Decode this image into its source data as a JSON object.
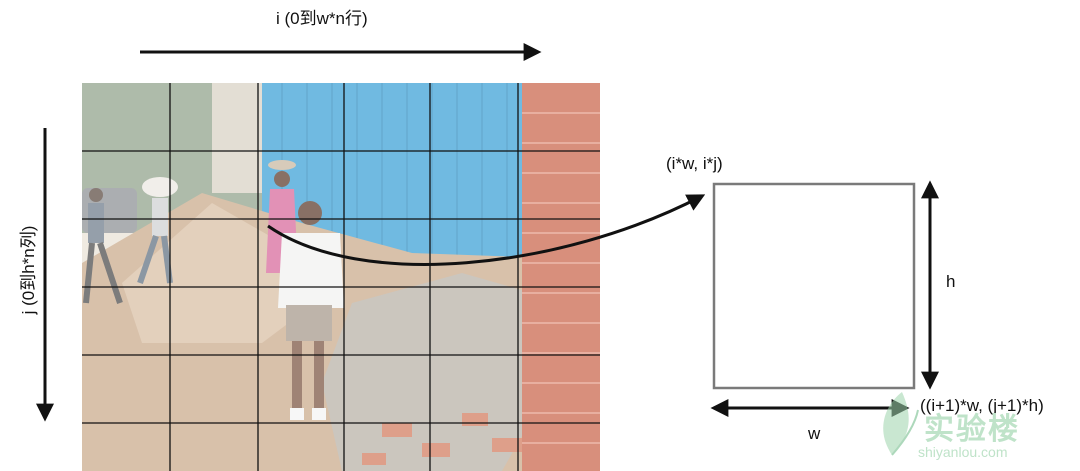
{
  "labels": {
    "i_axis": "i (0到w*n行)",
    "j_axis": "j (0到h*n列)",
    "top_left_coord": "(i*w, i*j)",
    "bottom_right_coord": "((i+1)*w, (j+1)*h)",
    "height_label": "h",
    "width_label": "w"
  },
  "watermark": {
    "brand": "实验楼",
    "site": "shiyanlou.com"
  },
  "grid": {
    "columns": 6,
    "rows": 6
  },
  "colors": {
    "wall_blue": "#3aa0d6",
    "brick": "#c9654a",
    "box_stroke": "#7a7a7a",
    "watermark_green": "#9ed4ad"
  }
}
